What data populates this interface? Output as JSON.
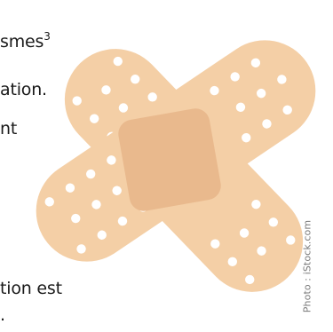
{
  "article_text": {
    "line_1_main": "smes",
    "line_1_sup": "3",
    "line_2": "ation.",
    "line_3": "nt",
    "line_4": "tion est",
    "line_5": "."
  },
  "photo_credit": "Photo : iStock.com",
  "colors": {
    "bandage_skin": "#f4cfa6",
    "bandage_pad": "#e9b98d",
    "bandage_holes": "#ffffff",
    "text": "#1a1a1a",
    "credit": "#7a7a7a"
  }
}
